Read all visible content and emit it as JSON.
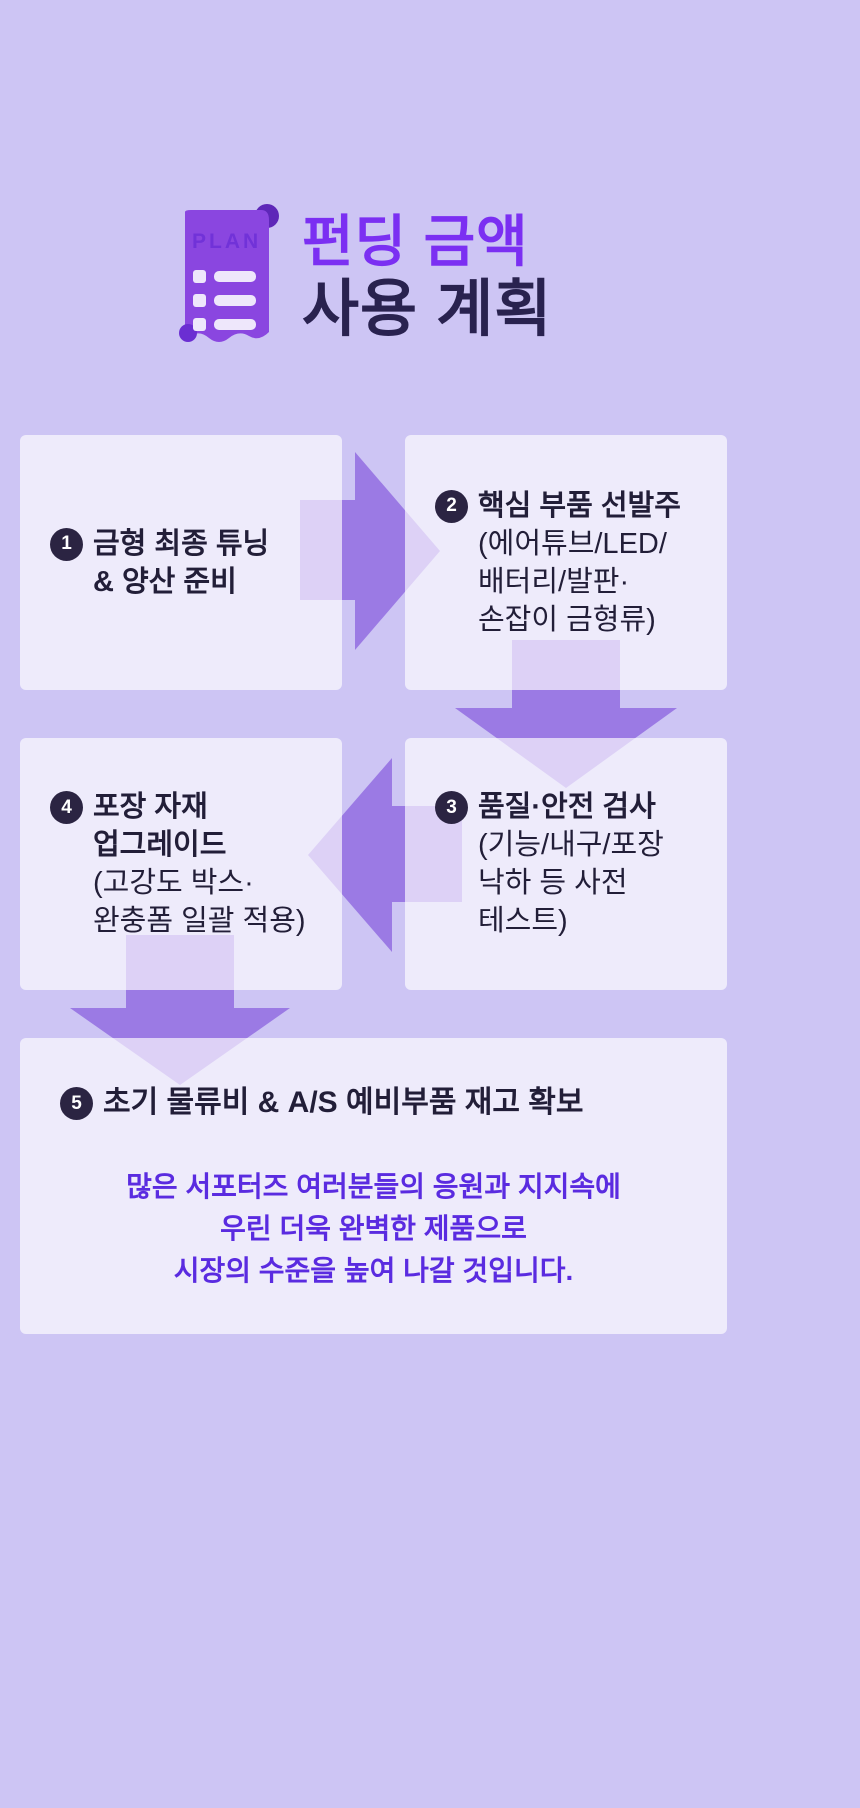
{
  "theme": {
    "background": "#cdc5f4",
    "arrow": "#9b7ae4",
    "box_bg": "rgba(255,255,255,0.66)",
    "title_accent": "#7b2ff2",
    "title_dark": "#29224f",
    "text_dark": "#221e38",
    "message_color": "#5a2be0",
    "number_bg": "#2b2442",
    "icon_purple": "#8a46e0"
  },
  "header": {
    "icon_label": "PLAN",
    "title_line1": "펀딩 금액",
    "title_line2": "사용 계획"
  },
  "steps": [
    {
      "number": "1",
      "title_lines": [
        "금형 최종 튜닝",
        "& 양산 준비"
      ],
      "detail_lines": []
    },
    {
      "number": "2",
      "title_lines": [
        "핵심 부품 선발주"
      ],
      "detail_lines": [
        "(에어튜브/LED/",
        "배터리/발판·",
        "손잡이 금형류)"
      ]
    },
    {
      "number": "3",
      "title_lines": [
        "품질·안전 검사"
      ],
      "detail_lines": [
        "(기능/내구/포장",
        "낙하 등 사전",
        "테스트)"
      ]
    },
    {
      "number": "4",
      "title_lines": [
        "포장 자재",
        "업그레이드"
      ],
      "detail_lines": [
        "(고강도 박스·",
        "완충폼 일괄 적용)"
      ]
    },
    {
      "number": "5",
      "title_lines": [
        "초기 물류비 & A/S 예비부품 재고 확보"
      ],
      "detail_lines": []
    }
  ],
  "message_lines": [
    "많은 서포터즈 여러분들의 응원과 지지속에",
    "우린 더욱 완벽한 제품으로",
    "시장의 수준을 높여 나갈 것입니다."
  ]
}
